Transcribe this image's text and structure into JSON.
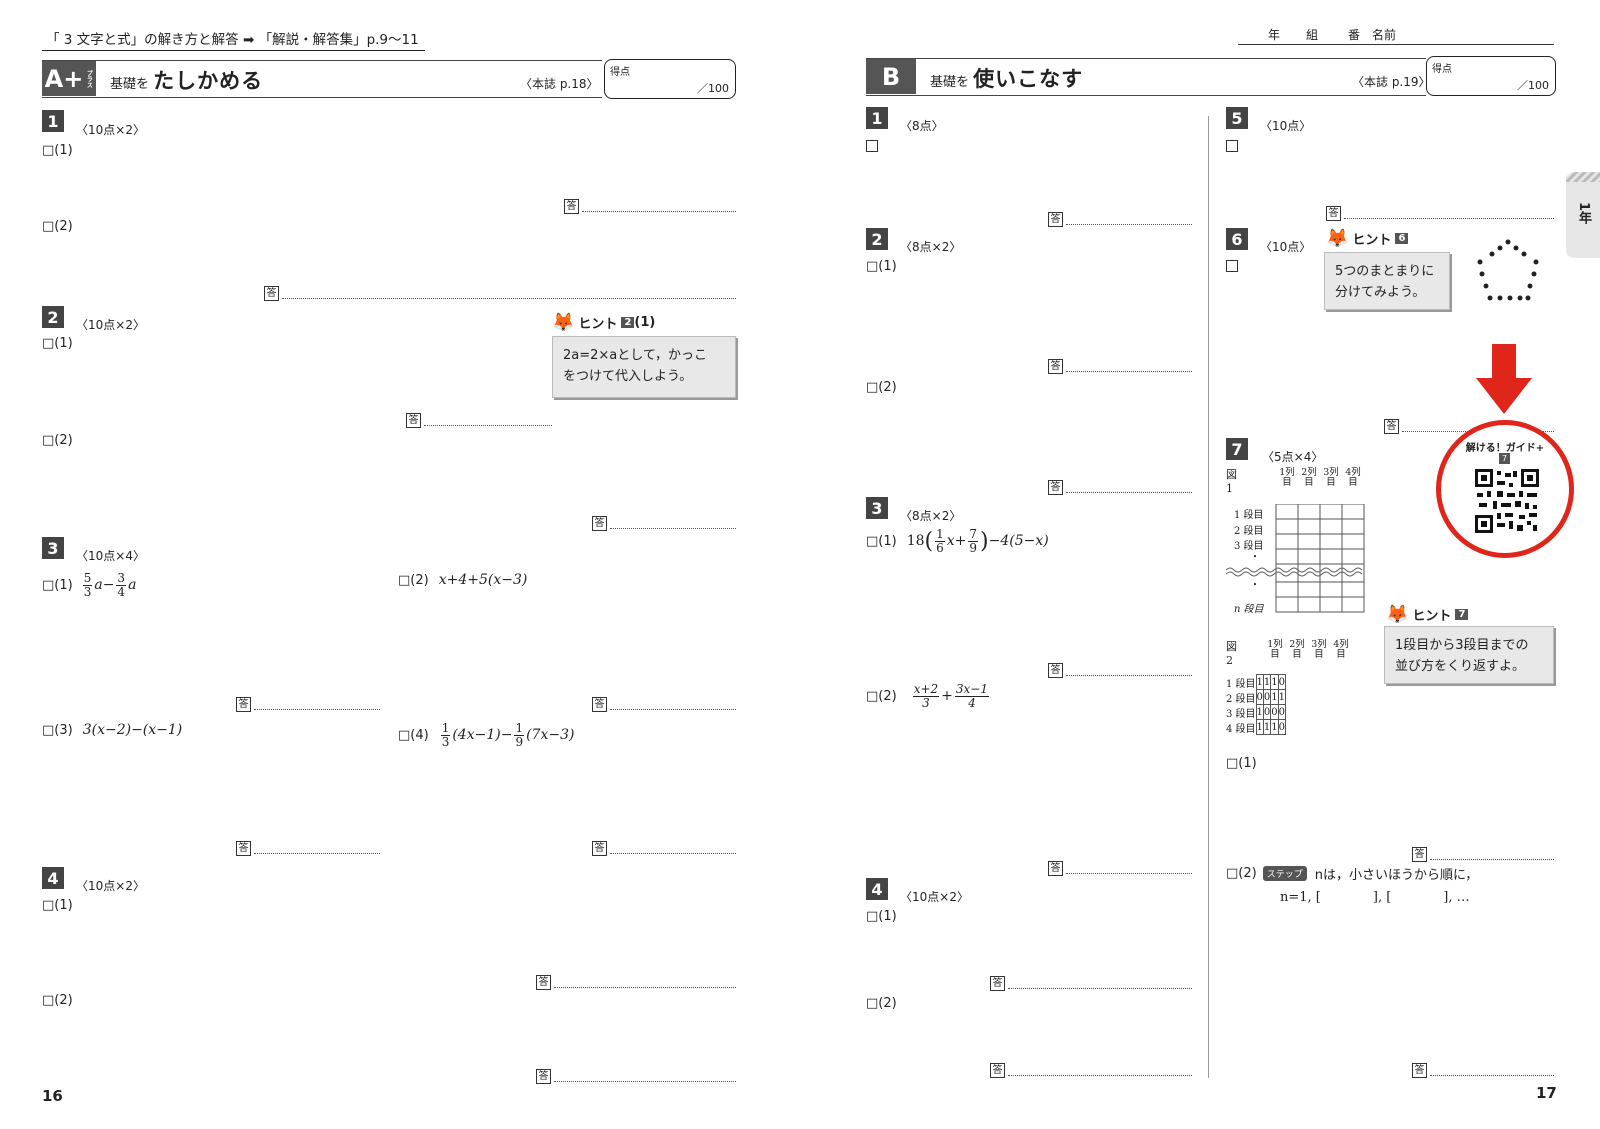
{
  "left": {
    "top_reference": "「 3 文字と式」の解き方と解答 ➡ 「解説・解答集」p.9〜11",
    "header": {
      "badge": "A+",
      "badge_small": "プラス",
      "title_prefix": "基礎を",
      "title": "たしかめる",
      "ref": "〈本誌 p.18〉"
    },
    "score": {
      "label": "得点",
      "max": "／100"
    },
    "questions": [
      {
        "num": "1",
        "points": "〈10点×2〉",
        "subs": [
          "□(1)",
          "□(2)"
        ]
      },
      {
        "num": "2",
        "points": "〈10点×2〉",
        "subs": [
          "□(1)",
          "□(2)"
        ]
      },
      {
        "num": "3",
        "points": "〈10点×4〉",
        "subs": [
          "□(1)",
          "□(2)",
          "□(3)",
          "□(4)"
        ]
      },
      {
        "num": "4",
        "points": "〈10点×2〉",
        "subs": [
          "□(1)",
          "□(2)"
        ]
      }
    ],
    "q3": {
      "e1_num1": "5",
      "e1_den1": "3",
      "e1_mid": "a−",
      "e1_num2": "3",
      "e1_den2": "4",
      "e1_end": "a",
      "e2": "x+4+5(x−3)",
      "e3": "3(x−2)−(x−1)",
      "e4_num1": "1",
      "e4_den1": "3",
      "e4_mid": "(4x−1)−",
      "e4_num2": "1",
      "e4_den2": "9",
      "e4_end": "(7x−3)"
    },
    "hint": {
      "label": "ヒント",
      "ref_num": "2",
      "ref_sub": "(1)",
      "text_line1": "2a=2×aとして，かっこ",
      "text_line2": "をつけて代入しよう。"
    },
    "answer_label": "答",
    "page_number": "16"
  },
  "right": {
    "student_info": {
      "year": "年",
      "class": "組",
      "number": "番",
      "name": "名前"
    },
    "header": {
      "badge": "B",
      "title_prefix": "基礎を",
      "title": "使いこなす",
      "ref": "〈本誌 p.19〉"
    },
    "score": {
      "label": "得点",
      "max": "／100"
    },
    "questions": [
      {
        "num": "1",
        "points": "〈8点〉"
      },
      {
        "num": "2",
        "points": "〈8点×2〉",
        "subs": [
          "□(1)",
          "□(2)"
        ]
      },
      {
        "num": "3",
        "points": "〈8点×2〉",
        "subs": [
          "□(1)",
          "□(2)"
        ]
      },
      {
        "num": "4",
        "points": "〈10点×2〉",
        "subs": [
          "□(1)",
          "□(2)"
        ]
      },
      {
        "num": "5",
        "points": "〈10点〉"
      },
      {
        "num": "6",
        "points": "〈10点〉"
      },
      {
        "num": "7",
        "points": "〈5点×4〉",
        "subs": [
          "□(1)",
          "□(2)"
        ]
      }
    ],
    "q3": {
      "e1_pre": "18",
      "e1_num1": "1",
      "e1_den1": "6",
      "e1_mid": "x+",
      "e1_num2": "7",
      "e1_den2": "9",
      "e1_end": "−4(5−x)",
      "e2_num1": "x+2",
      "e2_den1": "3",
      "e2_mid": "+",
      "e2_num2": "3x−1",
      "e2_den2": "4"
    },
    "hint6": {
      "label": "ヒント",
      "ref_num": "6",
      "text_line1": "5つのまとまりに",
      "text_line2": "分けてみよう。"
    },
    "hint7": {
      "label": "ヒント",
      "ref_num": "7",
      "text_line1": "1段目から3段目までの",
      "text_line2": "並び方をくり返すよ。"
    },
    "qr": {
      "title": "解ける！ガイド+",
      "num": "7"
    },
    "fig1": {
      "label": "図 1",
      "cols": [
        "1列目",
        "2列目",
        "3列目",
        "4列目"
      ],
      "rows": [
        "1 段目",
        "2 段目",
        "3 段目",
        "・",
        "・",
        "n 段目"
      ]
    },
    "fig2": {
      "label": "図 2",
      "cols": [
        "1列目",
        "2列目",
        "3列目",
        "4列目"
      ],
      "rows": [
        {
          "label": "1 段目",
          "cells": [
            "1",
            "1",
            "1",
            "0"
          ]
        },
        {
          "label": "2 段目",
          "cells": [
            "0",
            "0",
            "1",
            "1"
          ]
        },
        {
          "label": "3 段目",
          "cells": [
            "1",
            "0",
            "0",
            "0"
          ]
        },
        {
          "label": "4 段目",
          "cells": [
            "1",
            "1",
            "1",
            "0"
          ]
        }
      ]
    },
    "q7_sub2": {
      "step": "ステップ",
      "line1": "nは，小さいほうから順に，",
      "line2": "n=1, [　　　　], [　　　　], …"
    },
    "side_tab": "1年",
    "answer_label": "答",
    "page_number": "17",
    "colors": {
      "arrow": "#e0251b",
      "circle": "#e0251b",
      "badge": "#555555"
    }
  }
}
